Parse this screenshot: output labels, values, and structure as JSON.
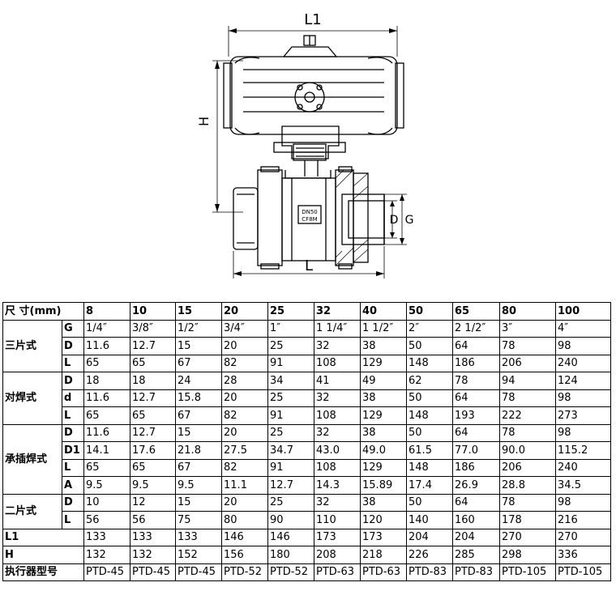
{
  "drawing": {
    "labels": {
      "L1": "L1",
      "H": "H",
      "L": "L",
      "D": "D",
      "G": "G"
    },
    "body_marking": [
      "DN50",
      "CF8M"
    ]
  },
  "table": {
    "size_label": "尺 寸(mm)",
    "sizes": [
      "8",
      "10",
      "15",
      "20",
      "25",
      "32",
      "40",
      "50",
      "65",
      "80",
      "100"
    ],
    "groups": [
      {
        "name": "三片式",
        "rows": [
          {
            "label": "G",
            "values": [
              "1/4″",
              "3/8″",
              "1/2″",
              "3/4″",
              "1″",
              "1 1/4″",
              "1 1/2″",
              "2″",
              "2 1/2″",
              "3″",
              "4″"
            ]
          },
          {
            "label": "D",
            "values": [
              "11.6",
              "12.7",
              "15",
              "20",
              "25",
              "32",
              "38",
              "50",
              "64",
              "78",
              "98"
            ]
          },
          {
            "label": "L",
            "values": [
              "65",
              "65",
              "67",
              "82",
              "91",
              "108",
              "129",
              "148",
              "186",
              "206",
              "240"
            ]
          }
        ]
      },
      {
        "name": "对焊式",
        "rows": [
          {
            "label": "D",
            "values": [
              "18",
              "18",
              "24",
              "28",
              "34",
              "41",
              "49",
              "62",
              "78",
              "94",
              "124"
            ]
          },
          {
            "label": "d",
            "values": [
              "11.6",
              "12.7",
              "15.8",
              "20",
              "25",
              "32",
              "38",
              "50",
              "64",
              "78",
              "98"
            ]
          },
          {
            "label": "L",
            "values": [
              "65",
              "65",
              "67",
              "82",
              "91",
              "108",
              "129",
              "148",
              "193",
              "222",
              "273"
            ]
          }
        ]
      },
      {
        "name": "承插焊式",
        "rows": [
          {
            "label": "D",
            "values": [
              "11.6",
              "12.7",
              "15",
              "20",
              "25",
              "32",
              "38",
              "50",
              "64",
              "78",
              "98"
            ]
          },
          {
            "label": "D1",
            "values": [
              "14.1",
              "17.6",
              "21.8",
              "27.5",
              "34.7",
              "43.0",
              "49.0",
              "61.5",
              "77.0",
              "90.0",
              "115.2"
            ]
          },
          {
            "label": "L",
            "values": [
              "65",
              "65",
              "67",
              "82",
              "91",
              "108",
              "129",
              "148",
              "186",
              "206",
              "240"
            ]
          },
          {
            "label": "A",
            "values": [
              "9.5",
              "9.5",
              "9.5",
              "11.1",
              "12.7",
              "14.3",
              "15.89",
              "17.4",
              "26.9",
              "28.8",
              "34.5"
            ]
          }
        ]
      },
      {
        "name": "二片式",
        "rows": [
          {
            "label": "D",
            "values": [
              "10",
              "12",
              "15",
              "20",
              "25",
              "32",
              "38",
              "50",
              "64",
              "78",
              "98"
            ]
          },
          {
            "label": "L",
            "values": [
              "56",
              "56",
              "75",
              "80",
              "90",
              "110",
              "120",
              "140",
              "160",
              "178",
              "216"
            ]
          }
        ]
      }
    ],
    "extra_rows": [
      {
        "label": "L1",
        "values": [
          "133",
          "133",
          "133",
          "146",
          "146",
          "173",
          "173",
          "204",
          "204",
          "270",
          "270"
        ]
      },
      {
        "label": "H",
        "values": [
          "132",
          "132",
          "152",
          "156",
          "180",
          "208",
          "218",
          "226",
          "285",
          "298",
          "336"
        ]
      },
      {
        "label": "执行器型号",
        "values": [
          "PTD-45",
          "PTD-45",
          "PTD-45",
          "PTD-52",
          "PTD-52",
          "PTD-63",
          "PTD-63",
          "PTD-83",
          "PTD-83",
          "PTD-105",
          "PTD-105"
        ]
      }
    ]
  }
}
